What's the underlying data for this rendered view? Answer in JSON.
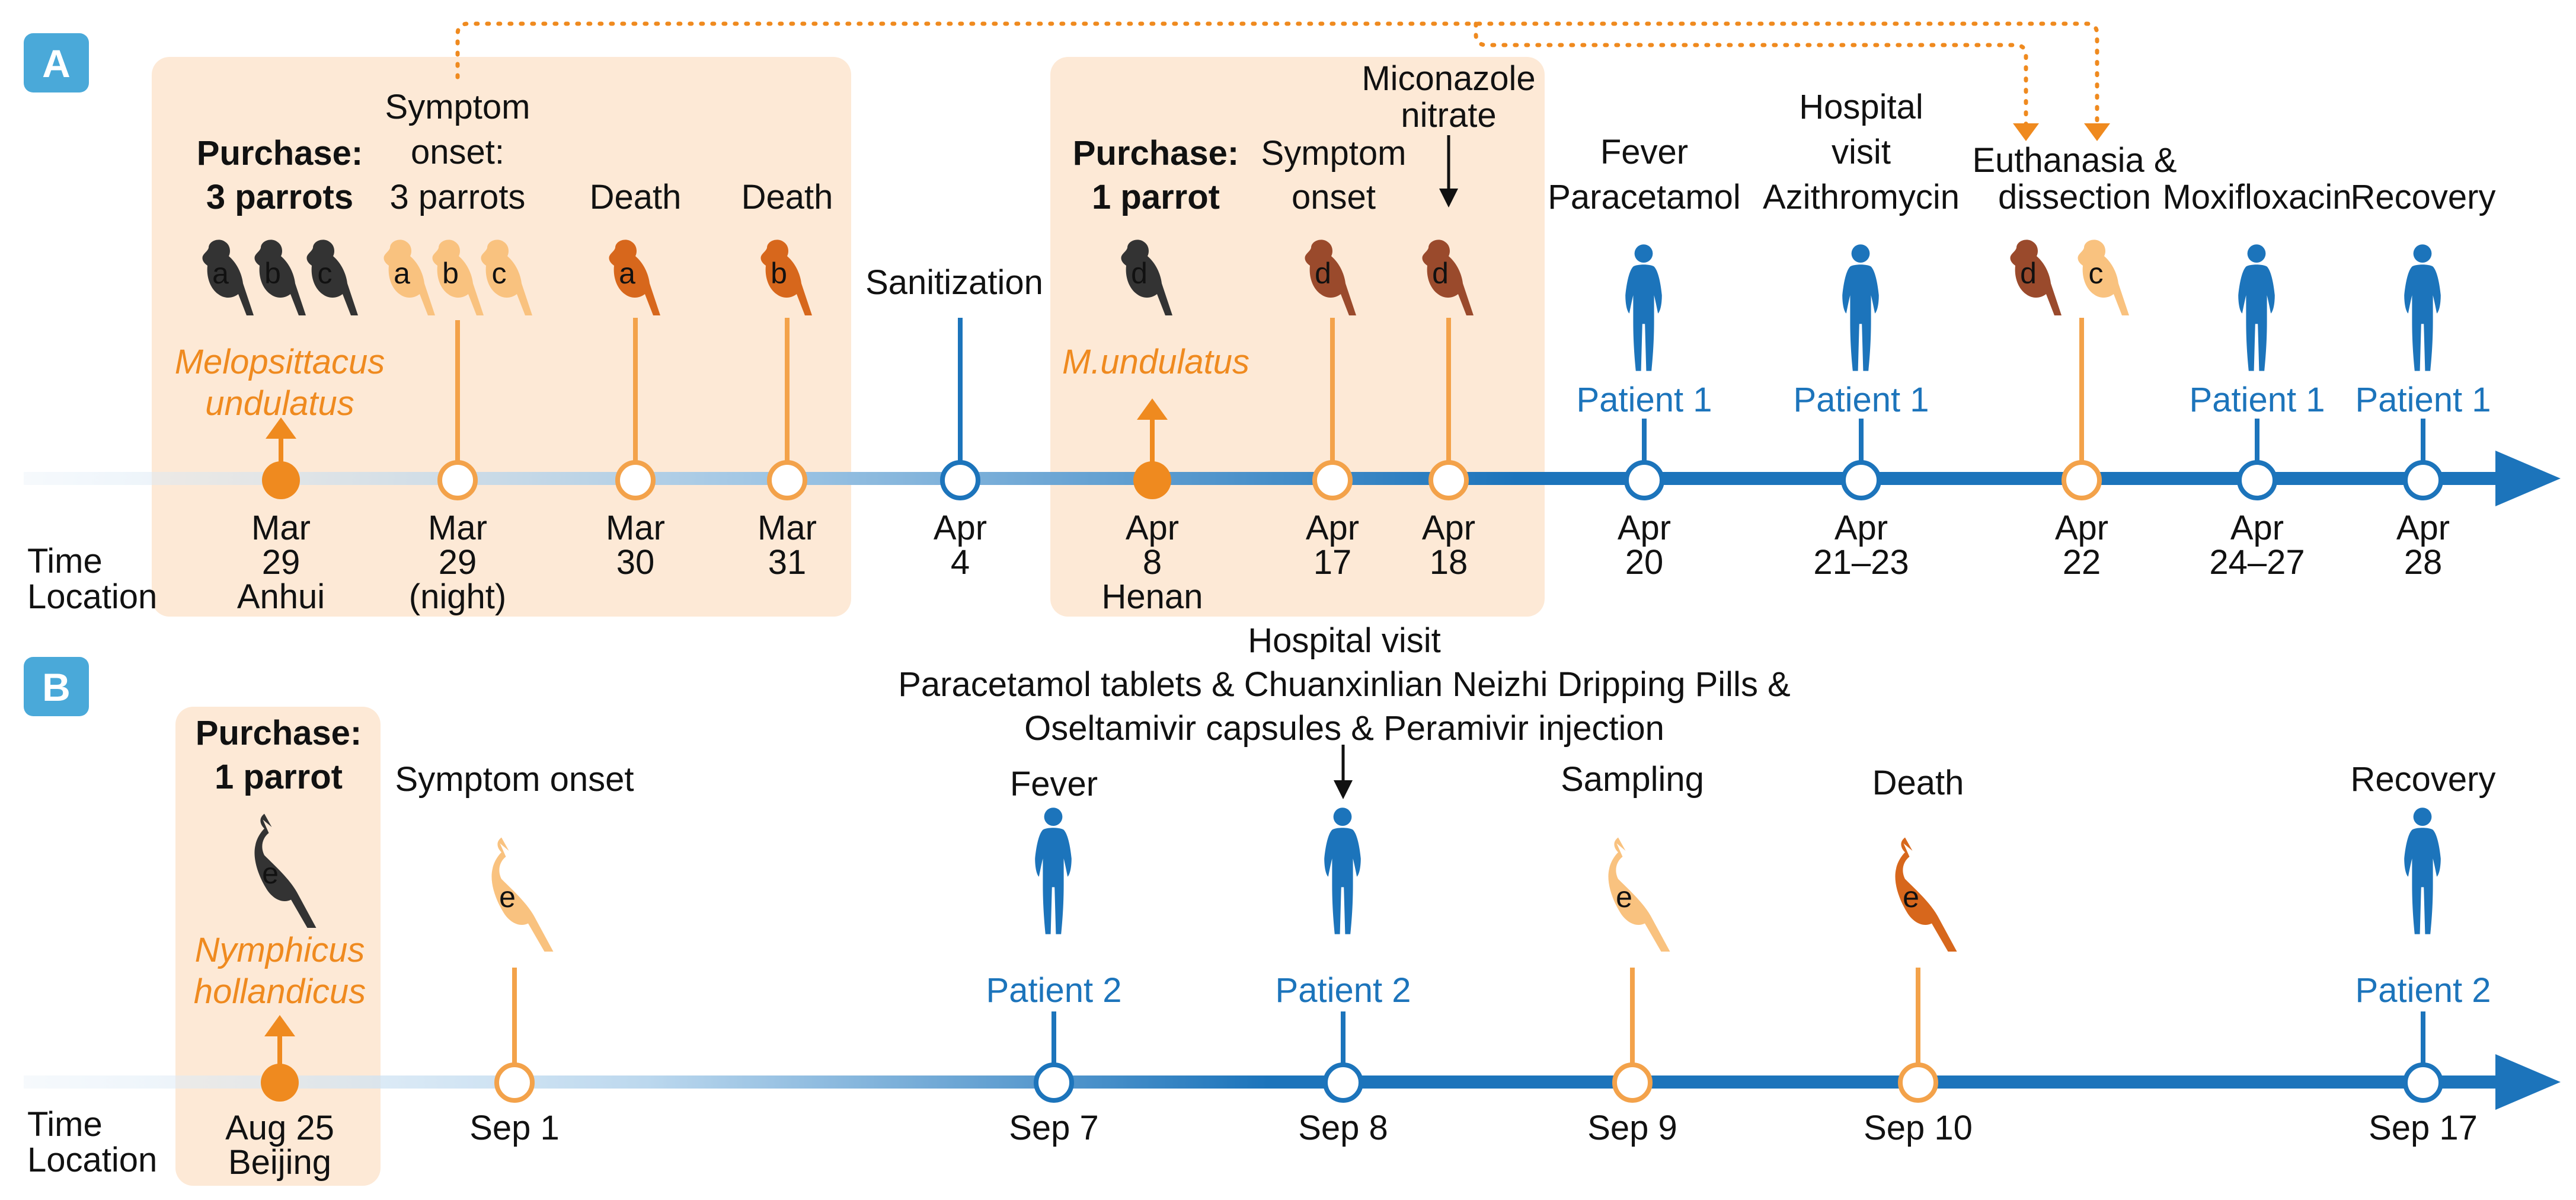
{
  "panel_a": {
    "label": "A",
    "purchase_1": [
      "Purchase:",
      "3 parrots"
    ],
    "purchase_2": [
      "Purchase:",
      "1 parrot"
    ],
    "species_1": [
      "Melopsittacus",
      "undulatus"
    ],
    "species_2": [
      "M.undulatus"
    ],
    "row_labels": [
      "Time",
      "Location"
    ],
    "events": [
      {
        "title": [
          "Symptom",
          "onset:",
          "3 parrots"
        ],
        "date": [
          "Mar",
          "29",
          "(night)"
        ]
      },
      {
        "title": [
          "Death"
        ],
        "date": [
          "Mar",
          "30"
        ]
      },
      {
        "title": [
          "Death"
        ],
        "date": [
          "Mar",
          "31"
        ]
      },
      {
        "title": [
          "Sanitization"
        ],
        "date": [
          "Apr",
          "4"
        ]
      },
      {
        "title": [
          "Symptom",
          "onset"
        ],
        "date": [
          "Apr",
          "17"
        ]
      },
      {
        "title": [
          "Miconazole",
          "nitrate"
        ],
        "date": [
          "Apr",
          "18"
        ]
      },
      {
        "title": [
          "Fever",
          "Paracetamol"
        ],
        "date": [
          "Apr",
          "20"
        ],
        "patient": "Patient 1"
      },
      {
        "title": [
          "Hospital",
          "visit",
          "Azithromycin"
        ],
        "date": [
          "Apr",
          "21–23"
        ],
        "patient": "Patient 1"
      },
      {
        "title": [
          "Euthanasia &",
          "dissection"
        ],
        "date": [
          "Apr",
          "22"
        ]
      },
      {
        "title": [
          "Moxifloxacin"
        ],
        "date": [
          "Apr",
          "24–27"
        ],
        "patient": "Patient 1"
      },
      {
        "title": [
          "Recovery"
        ],
        "date": [
          "Apr",
          "28"
        ],
        "patient": "Patient 1"
      }
    ],
    "purchase_dates": [
      {
        "date": [
          "Mar",
          "29",
          "Anhui"
        ]
      },
      {
        "date": [
          "Apr",
          "8",
          "Henan"
        ]
      }
    ],
    "parrot_letters": [
      "a",
      "b",
      "c",
      "a",
      "b",
      "c",
      "a",
      "b",
      "d",
      "d",
      "d",
      "d",
      "c"
    ]
  },
  "panel_b": {
    "label": "B",
    "purchase": [
      "Purchase:",
      "1 parrot"
    ],
    "species": [
      "Nymphicus",
      "hollandicus"
    ],
    "row_labels": [
      "Time",
      "Location"
    ],
    "hospital_note": [
      "Hospital visit",
      "Paracetamol tablets & Chuanxinlian Neizhi Dripping Pills &",
      "Oseltamivir capsules & Peramivir injection"
    ],
    "events": [
      {
        "title": "Symptom onset",
        "date": "Sep 1"
      },
      {
        "title": "Fever",
        "date": "Sep 7",
        "patient": "Patient 2"
      },
      {
        "title": "",
        "date": "Sep 8",
        "patient": "Patient 2"
      },
      {
        "title": "Sampling",
        "date": "Sep 9"
      },
      {
        "title": "Death",
        "date": "Sep 10"
      },
      {
        "title": "Recovery",
        "date": "Sep 17",
        "patient": "Patient 2"
      }
    ],
    "purchase_date": [
      "Aug 25",
      "Beijing"
    ],
    "parrot_letters": [
      "e",
      "e",
      "e",
      "e"
    ]
  },
  "colors": {
    "timeline_blue": "#1c74bb",
    "orange": "#ef8a1f",
    "light_orange": "#f9c27f",
    "dark_orange": "#d7671c",
    "brown": "#9a4a2c",
    "parrot_black": "#333333",
    "shade": "#fde9d6",
    "badge": "#4aa9d9"
  }
}
